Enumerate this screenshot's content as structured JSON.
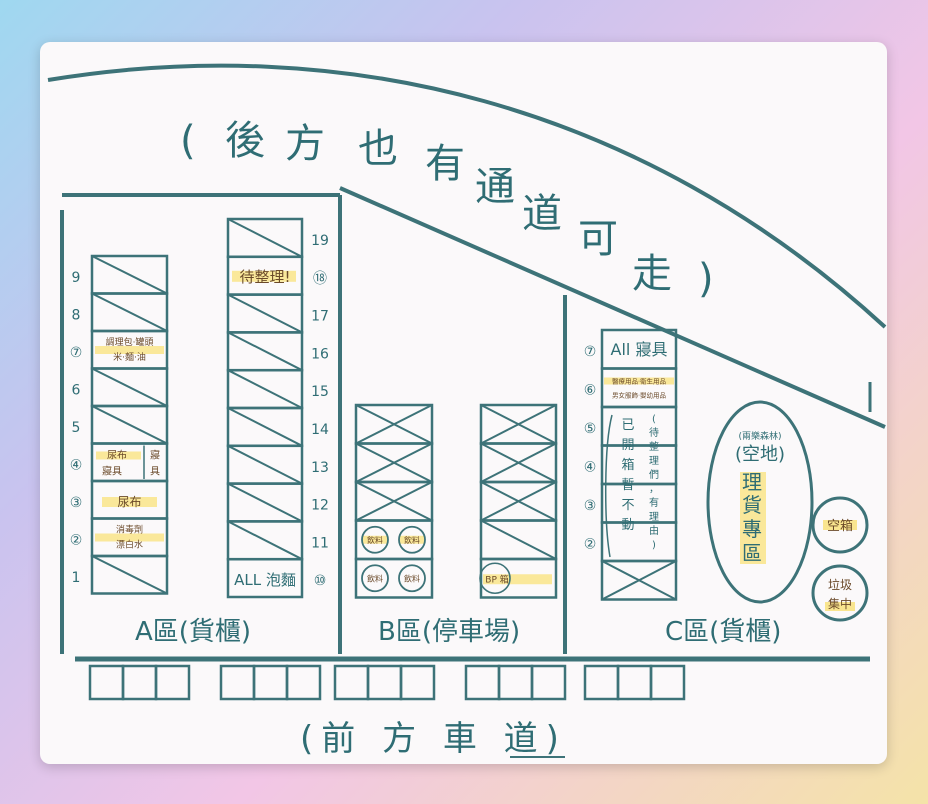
{
  "top_note": [
    "(",
    "後",
    "方",
    "也",
    "有",
    "通",
    "道",
    "可",
    "走",
    ")"
  ],
  "bottom_note": "(前 方 車 道)",
  "zones": {
    "a": {
      "label": "A區(貨櫃)"
    },
    "b": {
      "label": "B區(停車場)"
    },
    "c": {
      "label": "C區(貨櫃)"
    }
  },
  "a_left": {
    "numbers": [
      "9",
      "8",
      "⑦",
      "6",
      "5",
      "④",
      "③",
      "②",
      "1"
    ],
    "boxes": [
      {
        "type": "x"
      },
      {
        "type": "x"
      },
      {
        "type": "note",
        "lines": [
          "調理包‧罐頭",
          "米‧麵‧油"
        ]
      },
      {
        "type": "x"
      },
      {
        "type": "x"
      },
      {
        "type": "note2",
        "lines": [
          "尿布",
          "寢具"
        ],
        "side": [
          "寢",
          "具"
        ]
      },
      {
        "type": "note",
        "lines": [
          "尿布"
        ]
      },
      {
        "type": "note",
        "lines": [
          "消毒劑",
          "漂白水"
        ]
      },
      {
        "type": "x"
      }
    ]
  },
  "a_right": {
    "numbers": [
      "19",
      "⑱",
      "17",
      "16",
      "15",
      "14",
      "13",
      "12",
      "11",
      "⑩"
    ],
    "boxes": [
      {
        "type": "x"
      },
      {
        "type": "note",
        "lines": [
          "待整理!"
        ]
      },
      {
        "type": "x"
      },
      {
        "type": "x"
      },
      {
        "type": "x"
      },
      {
        "type": "x"
      },
      {
        "type": "x"
      },
      {
        "type": "x"
      },
      {
        "type": "x"
      },
      {
        "type": "note",
        "lines": [
          "ALL 泡麵"
        ]
      }
    ]
  },
  "b_left": {
    "circles_top": [
      "飲料",
      "飲料"
    ],
    "circles_bottom": [
      "飲料",
      "飲料"
    ]
  },
  "b_right": {
    "circle": "BP 箱"
  },
  "c_col": {
    "numbers": [
      "⑦",
      "⑥",
      "⑤",
      "④",
      "③",
      "②"
    ],
    "top_note": [
      "All 寢具"
    ],
    "sixth_note": [
      "醫療用品‧衛生用品",
      "男女服飾‧嬰幼用品"
    ],
    "vertical_note": [
      "已",
      "開",
      "箱",
      "暫",
      "不",
      "動"
    ],
    "vertical_note_b": [
      "(",
      "待",
      "整",
      "理",
      "們",
      "，",
      "有",
      "理",
      "由",
      ")"
    ]
  },
  "oval": {
    "top_small": "(兩樂森林)",
    "main": [
      "(空地)",
      "理",
      "貨",
      "專",
      "區"
    ]
  },
  "circle_empty": "空箱",
  "circle_trash": [
    "垃圾",
    "集中"
  ]
}
